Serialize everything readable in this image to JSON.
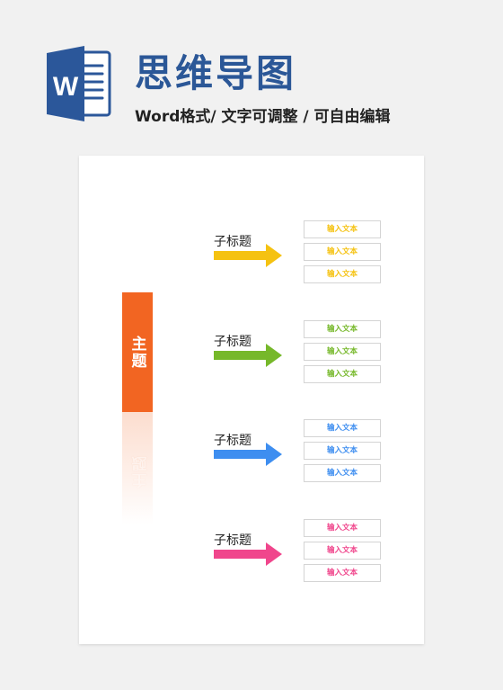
{
  "header": {
    "title": "思维导图",
    "subtitle": "Word格式/ 文字可调整 / 可自由编辑",
    "logo_letter": "W"
  },
  "mindmap": {
    "main_topic": "主题",
    "main_color": "#f26522",
    "branches": [
      {
        "label": "子标题",
        "color": "#f5c211",
        "items": [
          "输入文本",
          "输入文本",
          "输入文本"
        ]
      },
      {
        "label": "子标题",
        "color": "#76b82a",
        "items": [
          "输入文本",
          "输入文本",
          "输入文本"
        ]
      },
      {
        "label": "子标题",
        "color": "#3e8ef0",
        "items": [
          "输入文本",
          "输入文本",
          "输入文本"
        ]
      },
      {
        "label": "子标题",
        "color": "#f0468c",
        "items": [
          "输入文本",
          "输入文本",
          "输入文本"
        ]
      }
    ]
  },
  "colors": {
    "title_blue": "#2b5797",
    "logo_blue": "#2b579a",
    "background": "#f1f1f1"
  }
}
